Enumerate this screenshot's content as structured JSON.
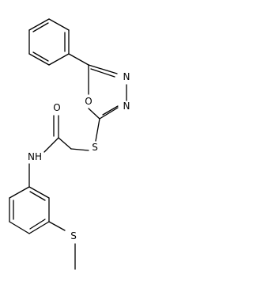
{
  "molecule": {
    "atom_labels": {
      "o_ring": "O",
      "n_ring_1": "N",
      "n_ring_2": "N",
      "s_thioether": "S",
      "o_carbonyl": "O",
      "nh_amide": "NH",
      "s_methylthio": "S"
    }
  }
}
